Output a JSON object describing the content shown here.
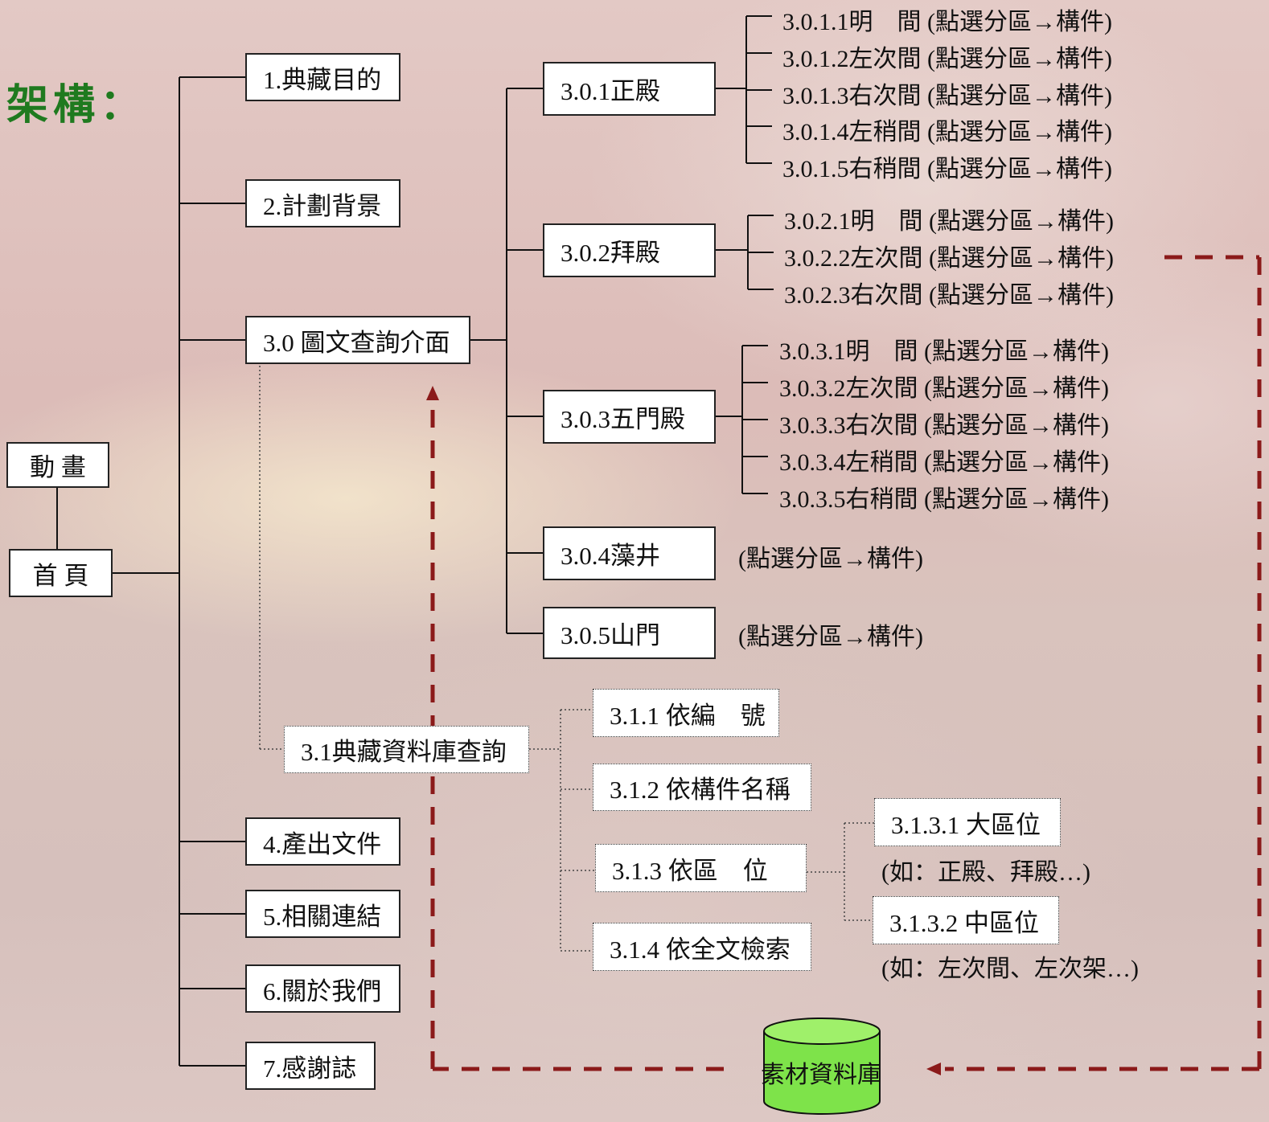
{
  "title": "架構：",
  "nodes": {
    "animation": "動 畫",
    "home": "首 頁",
    "n1": "1.典藏目的",
    "n2": "2.計劃背景",
    "n30": "3.0 圖文查詢介面",
    "n4": "4.產出文件",
    "n5": "5.相關連結",
    "n6": "6.關於我們",
    "n7": "7.感謝誌",
    "n301": "3.0.1正殿",
    "n302": "3.0.2拜殿",
    "n303": "3.0.3五門殿",
    "n304": "3.0.4藻井",
    "n305": "3.0.5山門",
    "n31": "3.1典藏資料庫查詢",
    "n311": "3.1.1 依編　號",
    "n312": "3.1.2 依構件名稱",
    "n313": "3.1.3 依區　位",
    "n314": "3.1.4 依全文檢索",
    "n3131": "3.1.3.1 大區位",
    "n3132": "3.1.3.2 中區位"
  },
  "leaves_301": [
    "3.0.1.1明　間 (點選分區→構件)",
    "3.0.1.2左次間 (點選分區→構件)",
    "3.0.1.3右次間 (點選分區→構件)",
    "3.0.1.4左稍間 (點選分區→構件)",
    "3.0.1.5右稍間 (點選分區→構件)"
  ],
  "leaves_302": [
    "3.0.2.1明　間 (點選分區→構件)",
    "3.0.2.2左次間 (點選分區→構件)",
    "3.0.2.3右次間 (點選分區→構件)"
  ],
  "leaves_303": [
    "3.0.3.1明　間 (點選分區→構件)",
    "3.0.3.2左次間 (點選分區→構件)",
    "3.0.3.3右次間 (點選分區→構件)",
    "3.0.3.4左稍間 (點選分區→構件)",
    "3.0.3.5右稍間 (點選分區→構件)"
  ],
  "note_304": "(點選分區→構件)",
  "note_305": "(點選分區→構件)",
  "example_3131": "(如：正殿、拜殿…)",
  "example_3132": "(如：左次間、左次架…)",
  "database": "素材資料庫",
  "colors": {
    "title": "#1f7a1f",
    "arrow": "#8b1a1a",
    "db_fill": "#7ee34a"
  }
}
